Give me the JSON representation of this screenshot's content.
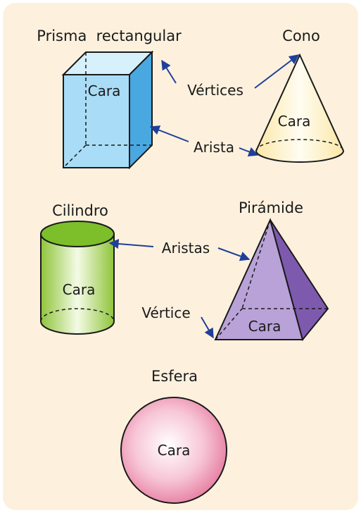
{
  "shapes": {
    "prism": {
      "title": "Prisma  rectangular",
      "face": "Cara",
      "vertices_label": "Vértices",
      "edge_label": "Arista"
    },
    "cone": {
      "title": "Cono",
      "face": "Cara"
    },
    "cylinder": {
      "title": "Cilindro",
      "face": "Cara",
      "edges_label": "Aristas"
    },
    "pyramid": {
      "title": "Pirámide",
      "face": "Cara",
      "vertex_label": "Vértice"
    },
    "sphere": {
      "title": "Esfera",
      "face": "Cara"
    }
  },
  "colors": {
    "background": "#fdf1de",
    "prism": "#a9dcf6",
    "prism_side": "#4aa8e0",
    "cone": "#fdf3c2",
    "cylinder": "#a8d45c",
    "cylinder_top": "#7cbf2a",
    "pyramid": "#a98ccc",
    "pyramid_side": "#7e5aae",
    "sphere": "#ec8aa8",
    "arrow": "#1f3f99"
  }
}
